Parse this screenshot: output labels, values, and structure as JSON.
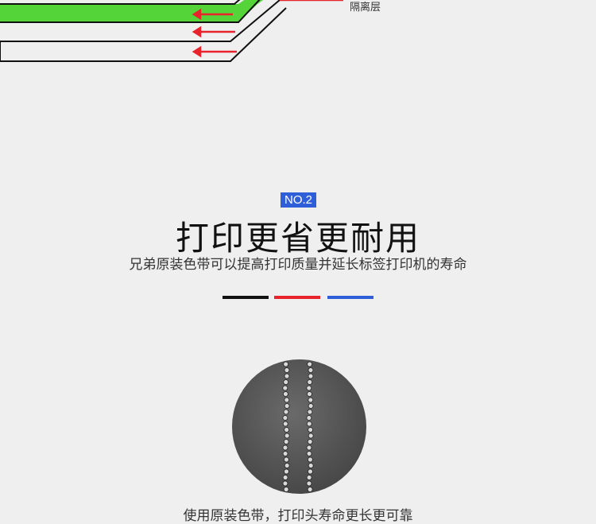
{
  "diagram": {
    "layer_label": "隔离层",
    "colors": {
      "green": "#55d43a",
      "red": "#e8232b",
      "line": "#111111"
    }
  },
  "section": {
    "badge": "NO.2",
    "headline": "打印更省更耐用",
    "subline": "兄弟原装色带可以提高打印质量并延长标签打印机的寿命",
    "bar_colors": [
      "#111111",
      "#e8232b",
      "#2f5fd8"
    ],
    "bottom_text": "使用原装色带，打印头寿命更长更可靠"
  },
  "image": {
    "icon": "ribbon-closeup-image"
  }
}
